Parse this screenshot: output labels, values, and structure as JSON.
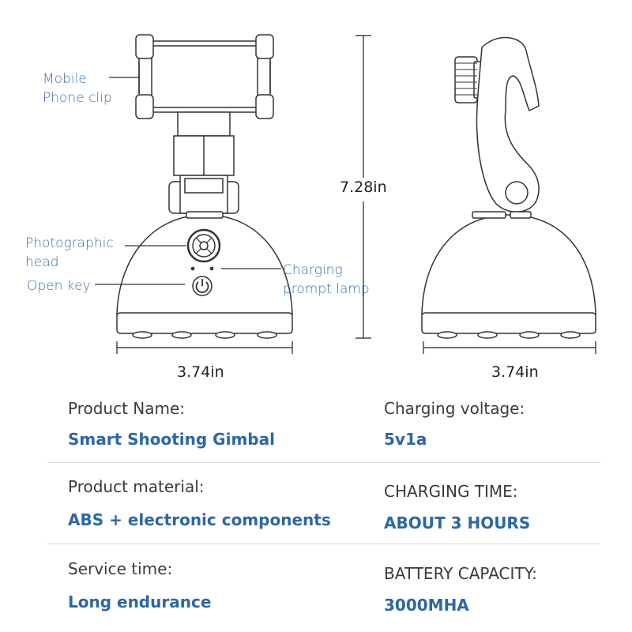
{
  "callouts": {
    "phone_clip_line1": "Mobile",
    "phone_clip_line2": "Phone clip",
    "photo_head_line1": "Photographic",
    "photo_head_line2": "head",
    "open_key": "Open key",
    "charging_lamp_line1": "Charging",
    "charging_lamp_line2": "prompt lamp"
  },
  "dimensions": {
    "height": "7.28in",
    "front_width": "3.74in",
    "side_width": "3.74in"
  },
  "specs": [
    {
      "label": "Product Name:",
      "value": "Smart Shooting Gimbal"
    },
    {
      "label": "Charging voltage:",
      "value": "5v1a"
    },
    {
      "label": "Product material:",
      "value": "ABS + electronic components"
    },
    {
      "label": "CHARGING TIME:",
      "value": "ABOUT 3 HOURS"
    },
    {
      "label": "Service time:",
      "value": "Long endurance"
    },
    {
      "label": "BATTERY CAPACITY:",
      "value": "3000MHA"
    }
  ],
  "colors": {
    "accent": "#2d67a3",
    "callout": "#3f6fa3",
    "product_body": "#ffffff",
    "outline": "#333333"
  }
}
